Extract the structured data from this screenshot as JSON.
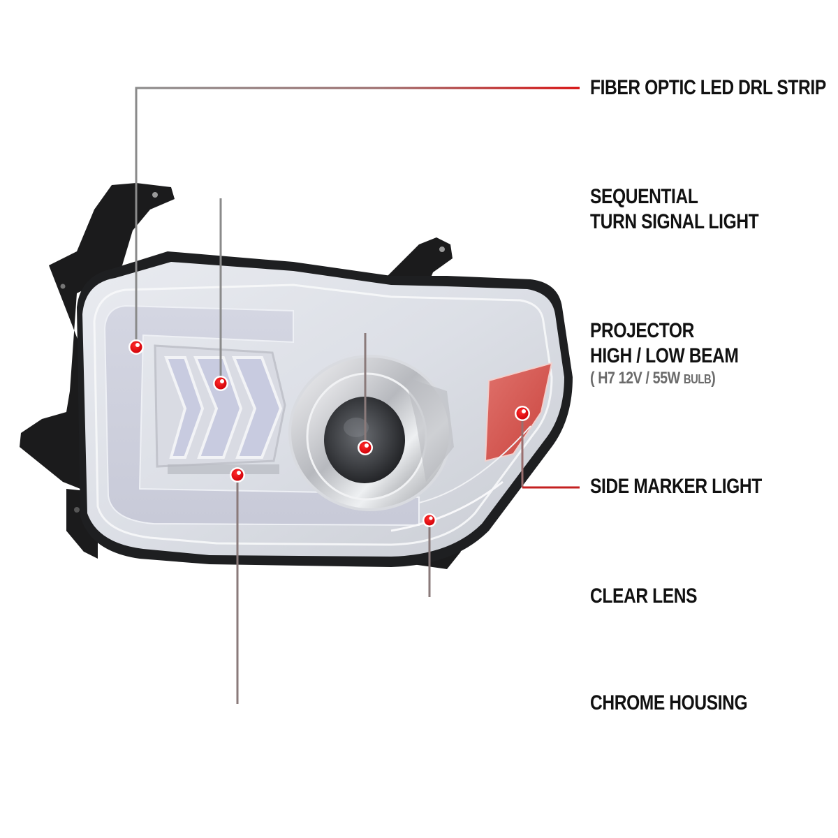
{
  "diagram": {
    "subject": "Headlight assembly with chrome housing, clear lens, sequential chevron turn signal and projector",
    "colors": {
      "background": "#ffffff",
      "text": "#111111",
      "subtext": "#6b6b6b",
      "line_start": "#8a8a8a",
      "line_end": "#d40000",
      "dot": "#e0000a",
      "dot_border": "#ffffff"
    },
    "callouts": [
      {
        "id": "drl",
        "lines": [
          "FIBER OPTIC LED DRL STRIP"
        ]
      },
      {
        "id": "turn",
        "lines": [
          "SEQUENTIAL",
          "TURN SIGNAL LIGHT"
        ]
      },
      {
        "id": "projector",
        "lines": [
          "PROJECTOR",
          "HIGH / LOW BEAM"
        ],
        "sub": {
          "open": "(",
          "spec": "H7  12V / 55W",
          "unit": "BULB",
          "close": ")"
        }
      },
      {
        "id": "marker",
        "lines": [
          "SIDE MARKER LIGHT"
        ]
      },
      {
        "id": "lens",
        "lines": [
          "CLEAR LENS"
        ]
      },
      {
        "id": "housing",
        "lines": [
          "CHROME HOUSING"
        ]
      }
    ]
  }
}
